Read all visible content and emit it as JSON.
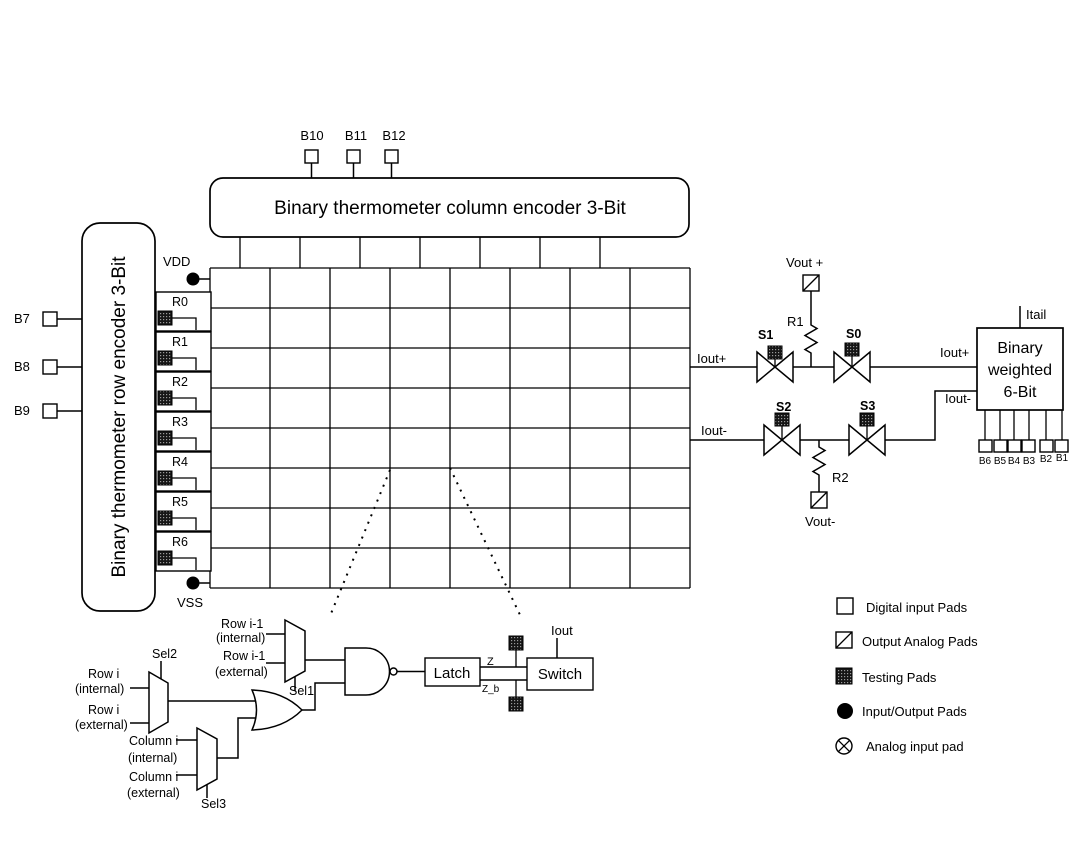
{
  "encoders": {
    "column_title": "Binary thermometer column encoder 3-Bit",
    "row_title": "Binary thermometer row encoder 3-Bit"
  },
  "digital_inputs": {
    "row_bits": [
      {
        "label": "B7"
      },
      {
        "label": "B8"
      },
      {
        "label": "B9"
      }
    ],
    "column_bits": [
      {
        "label": "B10"
      },
      {
        "label": "B11"
      },
      {
        "label": "B12"
      }
    ]
  },
  "power": {
    "vdd_label": "VDD",
    "vss_label": "VSS"
  },
  "row_lines": [
    {
      "label": "R0"
    },
    {
      "label": "R1"
    },
    {
      "label": "R2"
    },
    {
      "label": "R3"
    },
    {
      "label": "R4"
    },
    {
      "label": "R5"
    },
    {
      "label": "R6"
    }
  ],
  "matrix": {
    "rows": 8,
    "cols": 8
  },
  "output_network": {
    "iout_plus_left": "Iout+",
    "iout_minus_left": "Iout-",
    "iout_plus_right": "Iout+",
    "iout_minus_right": "Iout-",
    "switches": [
      {
        "label": "S1"
      },
      {
        "label": "S0"
      },
      {
        "label": "S2"
      },
      {
        "label": "S3"
      }
    ],
    "r1_label": "R1",
    "r2_label": "R2",
    "vout_plus_label": "Vout +",
    "vout_minus_label": "Vout-"
  },
  "binary_weighted": {
    "title_lines": [
      "Binary",
      "weighted",
      "6-Bit"
    ],
    "itail_label": "Itail",
    "pad_labels": [
      "B6",
      "B5",
      "B4",
      "B3",
      "B2",
      "B1"
    ]
  },
  "cell_detail": {
    "mux_row_prev": {
      "in1_l1": "Row i-1",
      "in1_l2": "(internal)",
      "in2_l1": "Row i-1",
      "in2_l2": "(external)",
      "sel": "Sel1"
    },
    "mux_row": {
      "in1_l1": "Row i",
      "in1_l2": "(internal)",
      "in2_l1": "Row i",
      "in2_l2": "(external)",
      "sel": "Sel2"
    },
    "mux_col": {
      "in1_l1": "Column i",
      "in1_l2": "(internal)",
      "in2_l1": "Column i",
      "in2_l2": "(external)",
      "sel": "Sel3"
    },
    "latch_label": "Latch",
    "switch_label": "Switch",
    "z_label": "Z",
    "zb_label": "Z_b",
    "iout_label": "Iout"
  },
  "legend": {
    "items": [
      {
        "label": "Digital input Pads",
        "icon": "digital-input-pad"
      },
      {
        "label": "Output Analog Pads",
        "icon": "output-analog-pad"
      },
      {
        "label": "Testing Pads",
        "icon": "testing-pad"
      },
      {
        "label": "Input/Output Pads",
        "icon": "input-output-pad"
      },
      {
        "label": "Analog input pad",
        "icon": "analog-input-pad"
      }
    ]
  }
}
